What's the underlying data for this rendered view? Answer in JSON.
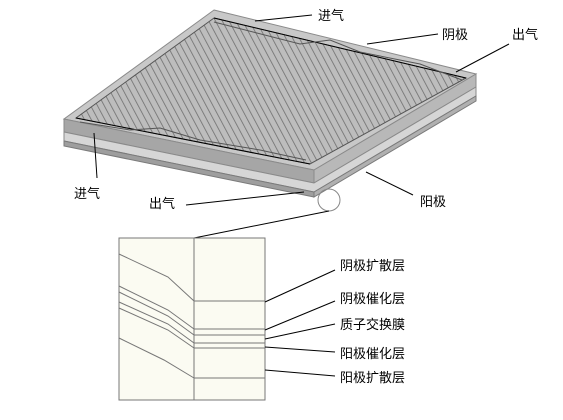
{
  "labels": {
    "inlet_top": "进气",
    "cathode": "阴极",
    "outlet_right": "出气",
    "inlet_left": "进气",
    "outlet_bottom": "出气",
    "anode": "阳极"
  },
  "layers": {
    "cathode_diffusion": "阴极扩散层",
    "cathode_catalyst": "阴极催化层",
    "pem": "质子交换膜",
    "anode_catalyst": "阳极催化层",
    "anode_diffusion": "阳极扩散层"
  },
  "colors": {
    "plate_top": "#c9c9c9",
    "plate_side": "#a9a9a9",
    "channels": "#7a7a7a",
    "cross_section_fill": "#fbfbf2"
  }
}
